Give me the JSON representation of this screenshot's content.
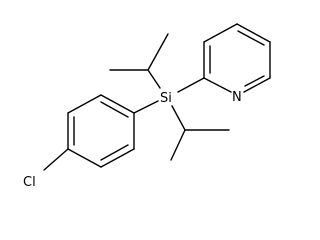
{
  "molecule": {
    "atoms": {
      "silicon": "Si",
      "nitrogen": "N",
      "chlorine": "Cl"
    }
  }
}
